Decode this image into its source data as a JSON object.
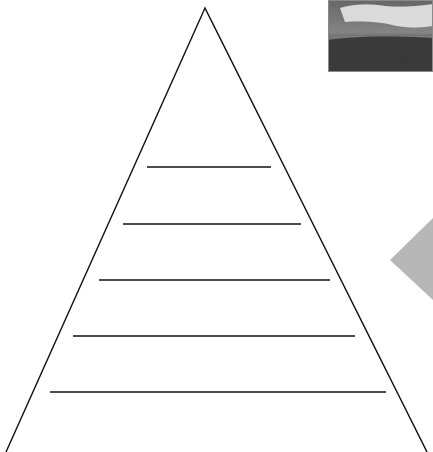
{
  "diagram": {
    "type": "pyramid-worksheet",
    "blank_line_count": 5,
    "stroke_color": "#111111",
    "background_color": "#ffffff"
  },
  "photo_thumbnail": {
    "subject": "grayscale-landscape-photo",
    "tones": {
      "sky": "#5f5f5f",
      "highlight": "#e6e6e6",
      "ground": "#3c3c3c",
      "border": "#8a8a8a"
    }
  },
  "nav_arrow": {
    "icon": "triangle-left-icon",
    "color": "#b7b7b7"
  }
}
